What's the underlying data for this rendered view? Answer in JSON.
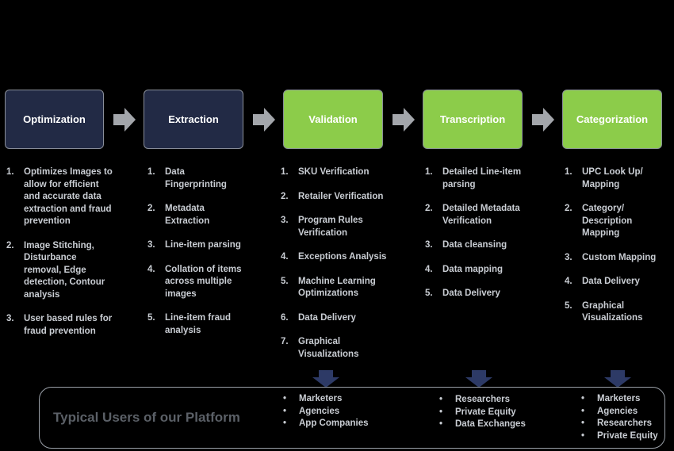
{
  "colors": {
    "background": "#000000",
    "stage_dark": "#222a45",
    "stage_green": "#8ccc4a",
    "arrow_gray": "#a3a6ab",
    "arrow_navy": "#2d3a66",
    "text_light": "#c9cdd3",
    "title_gray": "#5b6067"
  },
  "stages": [
    {
      "label": "Optimization",
      "style": "dark",
      "steps": [
        {
          "num": "1.",
          "text": "Optimizes Images to allow for efficient and accurate data extraction and fraud prevention"
        },
        {
          "num": "2.",
          "text": "Image Stitching, Disturbance removal, Edge detection, Contour analysis"
        },
        {
          "num": "3.",
          "text": "User based rules for fraud prevention"
        }
      ]
    },
    {
      "label": "Extraction",
      "style": "dark",
      "steps": [
        {
          "num": "1.",
          "text": "Data Fingerprinting"
        },
        {
          "num": "2.",
          "text": "Metadata Extraction"
        },
        {
          "num": "3.",
          "text": "Line-item parsing"
        },
        {
          "num": "4.",
          "text": "Collation of items across multiple images"
        },
        {
          "num": "5.",
          "text": "Line-item fraud analysis"
        }
      ]
    },
    {
      "label": "Validation",
      "style": "green",
      "steps": [
        {
          "num": "1.",
          "text": "SKU Verification"
        },
        {
          "num": "2.",
          "text": "Retailer Verification"
        },
        {
          "num": "3.",
          "text": "Program Rules Verification"
        },
        {
          "num": "4.",
          "text": "Exceptions Analysis"
        },
        {
          "num": "5.",
          "text": "Machine Learning Optimizations"
        },
        {
          "num": "6.",
          "text": "Data Delivery"
        },
        {
          "num": "7.",
          "text": "Graphical Visualizations"
        }
      ]
    },
    {
      "label": "Transcription",
      "style": "green",
      "steps": [
        {
          "num": "1.",
          "text": "Detailed Line-item parsing"
        },
        {
          "num": "2.",
          "text": "Detailed Metadata Verification"
        },
        {
          "num": "3.",
          "text": "Data cleansing"
        },
        {
          "num": "4.",
          "text": "Data mapping"
        },
        {
          "num": "5.",
          "text": "Data Delivery"
        }
      ]
    },
    {
      "label": "Categorization",
      "style": "green",
      "steps": [
        {
          "num": "1.",
          "text": "UPC Look Up/ Mapping"
        },
        {
          "num": "2.",
          "text": "Category/ Description Mapping"
        },
        {
          "num": "3.",
          "text": "Custom Mapping"
        },
        {
          "num": "4.",
          "text": "Data Delivery"
        },
        {
          "num": "5.",
          "text": "Graphical Visualizations"
        }
      ]
    }
  ],
  "users": {
    "title": "Typical Users of our Platform",
    "bullet": "•",
    "groups": [
      [
        "Marketers",
        "Agencies",
        "App Companies"
      ],
      [
        "Researchers",
        "Private Equity",
        "Data Exchanges"
      ],
      [
        "Marketers",
        "Agencies",
        "Researchers",
        "Private Equity"
      ]
    ]
  }
}
